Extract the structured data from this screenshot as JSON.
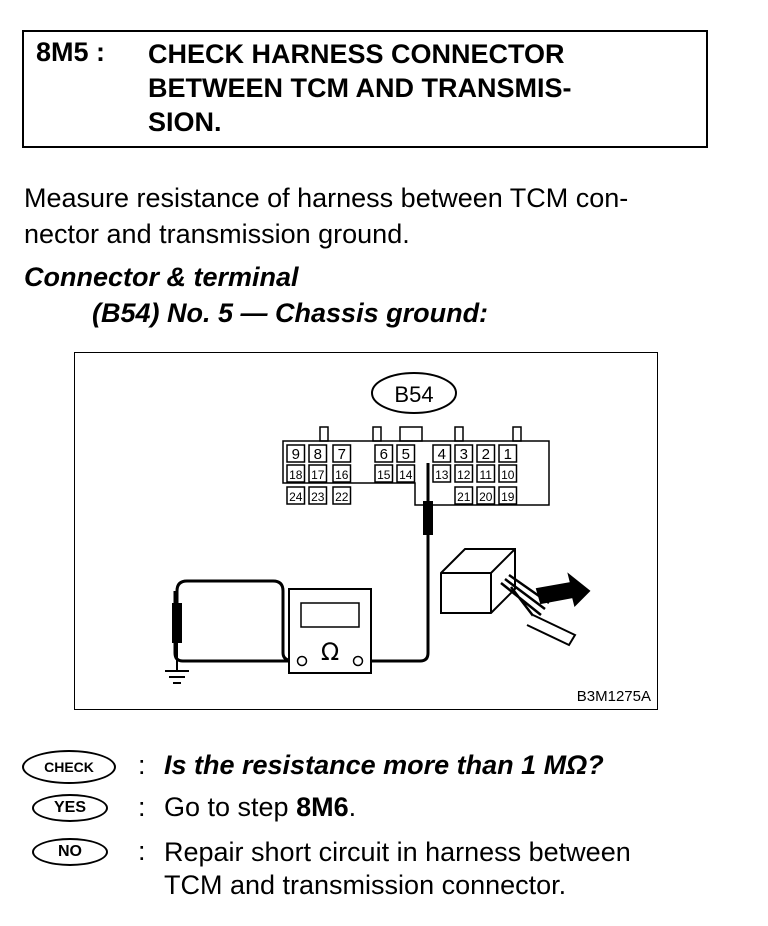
{
  "step": {
    "id": "8M5 :",
    "title_lines": [
      "CHECK HARNESS CONNECTOR",
      "BETWEEN TCM AND TRANSMIS-",
      "SION."
    ]
  },
  "instruction": {
    "lines": [
      "Measure resistance of harness between TCM con-",
      "nector and transmission ground."
    ]
  },
  "connector": {
    "heading": "Connector & terminal",
    "detail": "(B54) No. 5 — Chassis ground:"
  },
  "figure": {
    "connector_label": "B54",
    "pins_row1": [
      "9",
      "8",
      "7",
      "6",
      "5",
      "4",
      "3",
      "2",
      "1"
    ],
    "pins_row2": [
      "18",
      "17",
      "16",
      "15",
      "14",
      "13",
      "12",
      "11",
      "10"
    ],
    "pins_row3": [
      "24",
      "23",
      "22",
      "21",
      "20",
      "19"
    ],
    "meter_symbol": "Ω",
    "code": "B3M1275A"
  },
  "results": {
    "check": {
      "badge": "CHECK",
      "colon": ":",
      "text": "Is the resistance more than 1 MΩ?"
    },
    "yes": {
      "badge": "YES",
      "colon": ":",
      "text_prefix": "Go to step ",
      "text_step": "8M6",
      "text_suffix": "."
    },
    "no": {
      "badge": "NO",
      "colon": ":",
      "lines": [
        "Repair short circuit in harness between",
        "TCM and transmission connector."
      ]
    }
  }
}
